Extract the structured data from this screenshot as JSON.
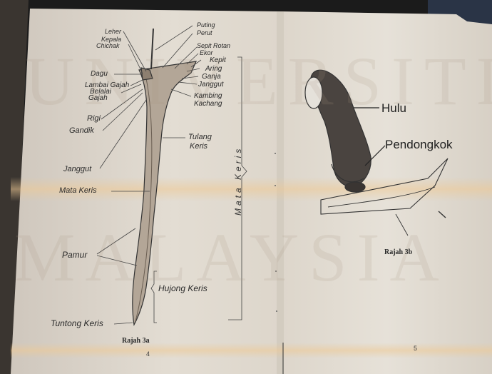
{
  "figure_a": {
    "labels": {
      "puting": "Puting",
      "perut": "Perut",
      "leher": "Leher",
      "kepala_chichak_1": "Kepala",
      "kepala_chichak_2": "Chichak",
      "sepit_rotan": "Sepit Rotan",
      "ekor": "Ekor",
      "kepit": "Kepit",
      "aring": "Aring",
      "ganja": "Ganja",
      "janggut_right": "Janggut",
      "dagu": "Dagu",
      "lambai_gajah": "Lambai Gajah",
      "belalai_gajah_1": "Belalai",
      "belalai_gajah_2": "Gajah",
      "kambing_kachang_1": "Kambing",
      "kambing_kachang_2": "Kachang",
      "rigi": "Rigi",
      "gandik": "Gandik",
      "tulang_keris_1": "Tulang",
      "tulang_keris_2": "Keris",
      "janggut_left": "Janggut",
      "mata_keris": "Mata Keris",
      "pamur": "Pamur",
      "hujong_keris": "Hujong Keris",
      "tuntong_keris": "Tuntong Keris",
      "mata_keris_bracket": "Mata Keris"
    },
    "caption": "Rajah 3a",
    "page_number": "4"
  },
  "figure_b": {
    "labels": {
      "hulu": "Hulu",
      "pendongkok": "Pendongkok"
    },
    "caption": "Rajah 3b",
    "page_number": "5"
  },
  "watermark": {
    "line1": "UNIVERSITI",
    "line2": "MALAYSIA"
  }
}
